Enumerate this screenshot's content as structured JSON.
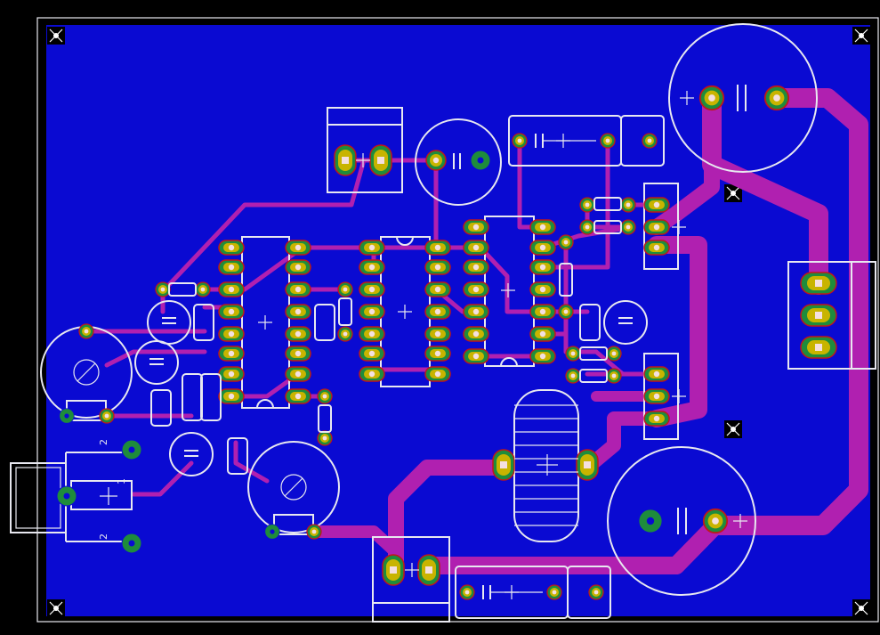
{
  "board": {
    "background_color": "#000000",
    "copper_color": "#0a0ad2",
    "trace_color": "#b020b0",
    "silk_color": "#e8e8f0",
    "pad_top_color": "#c8b400",
    "pad_bottom_color": "#1e8c3c",
    "pad_ring_color": "#c01818"
  },
  "connector_labels": {
    "pin_top": "2",
    "pin_mid": "1",
    "pin_bottom": "2"
  }
}
